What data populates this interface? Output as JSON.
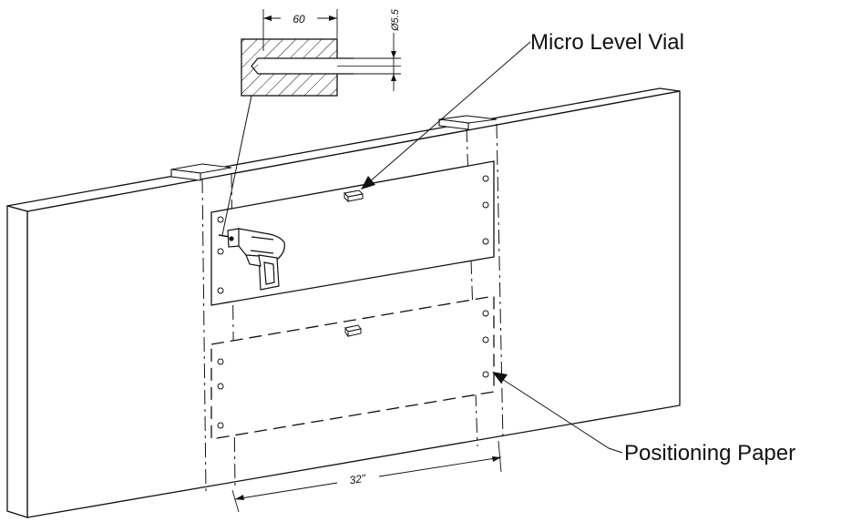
{
  "labels": {
    "micro_level_vial": "Micro Level Vial",
    "positioning_paper": "Positioning Paper"
  },
  "dimensions": {
    "detail_width": "60",
    "hole_diameter": "Ø5.5",
    "spacing": "32\""
  },
  "icons": {
    "drill": "drill-icon"
  },
  "colors": {
    "line": "#111111",
    "background": "#ffffff"
  }
}
